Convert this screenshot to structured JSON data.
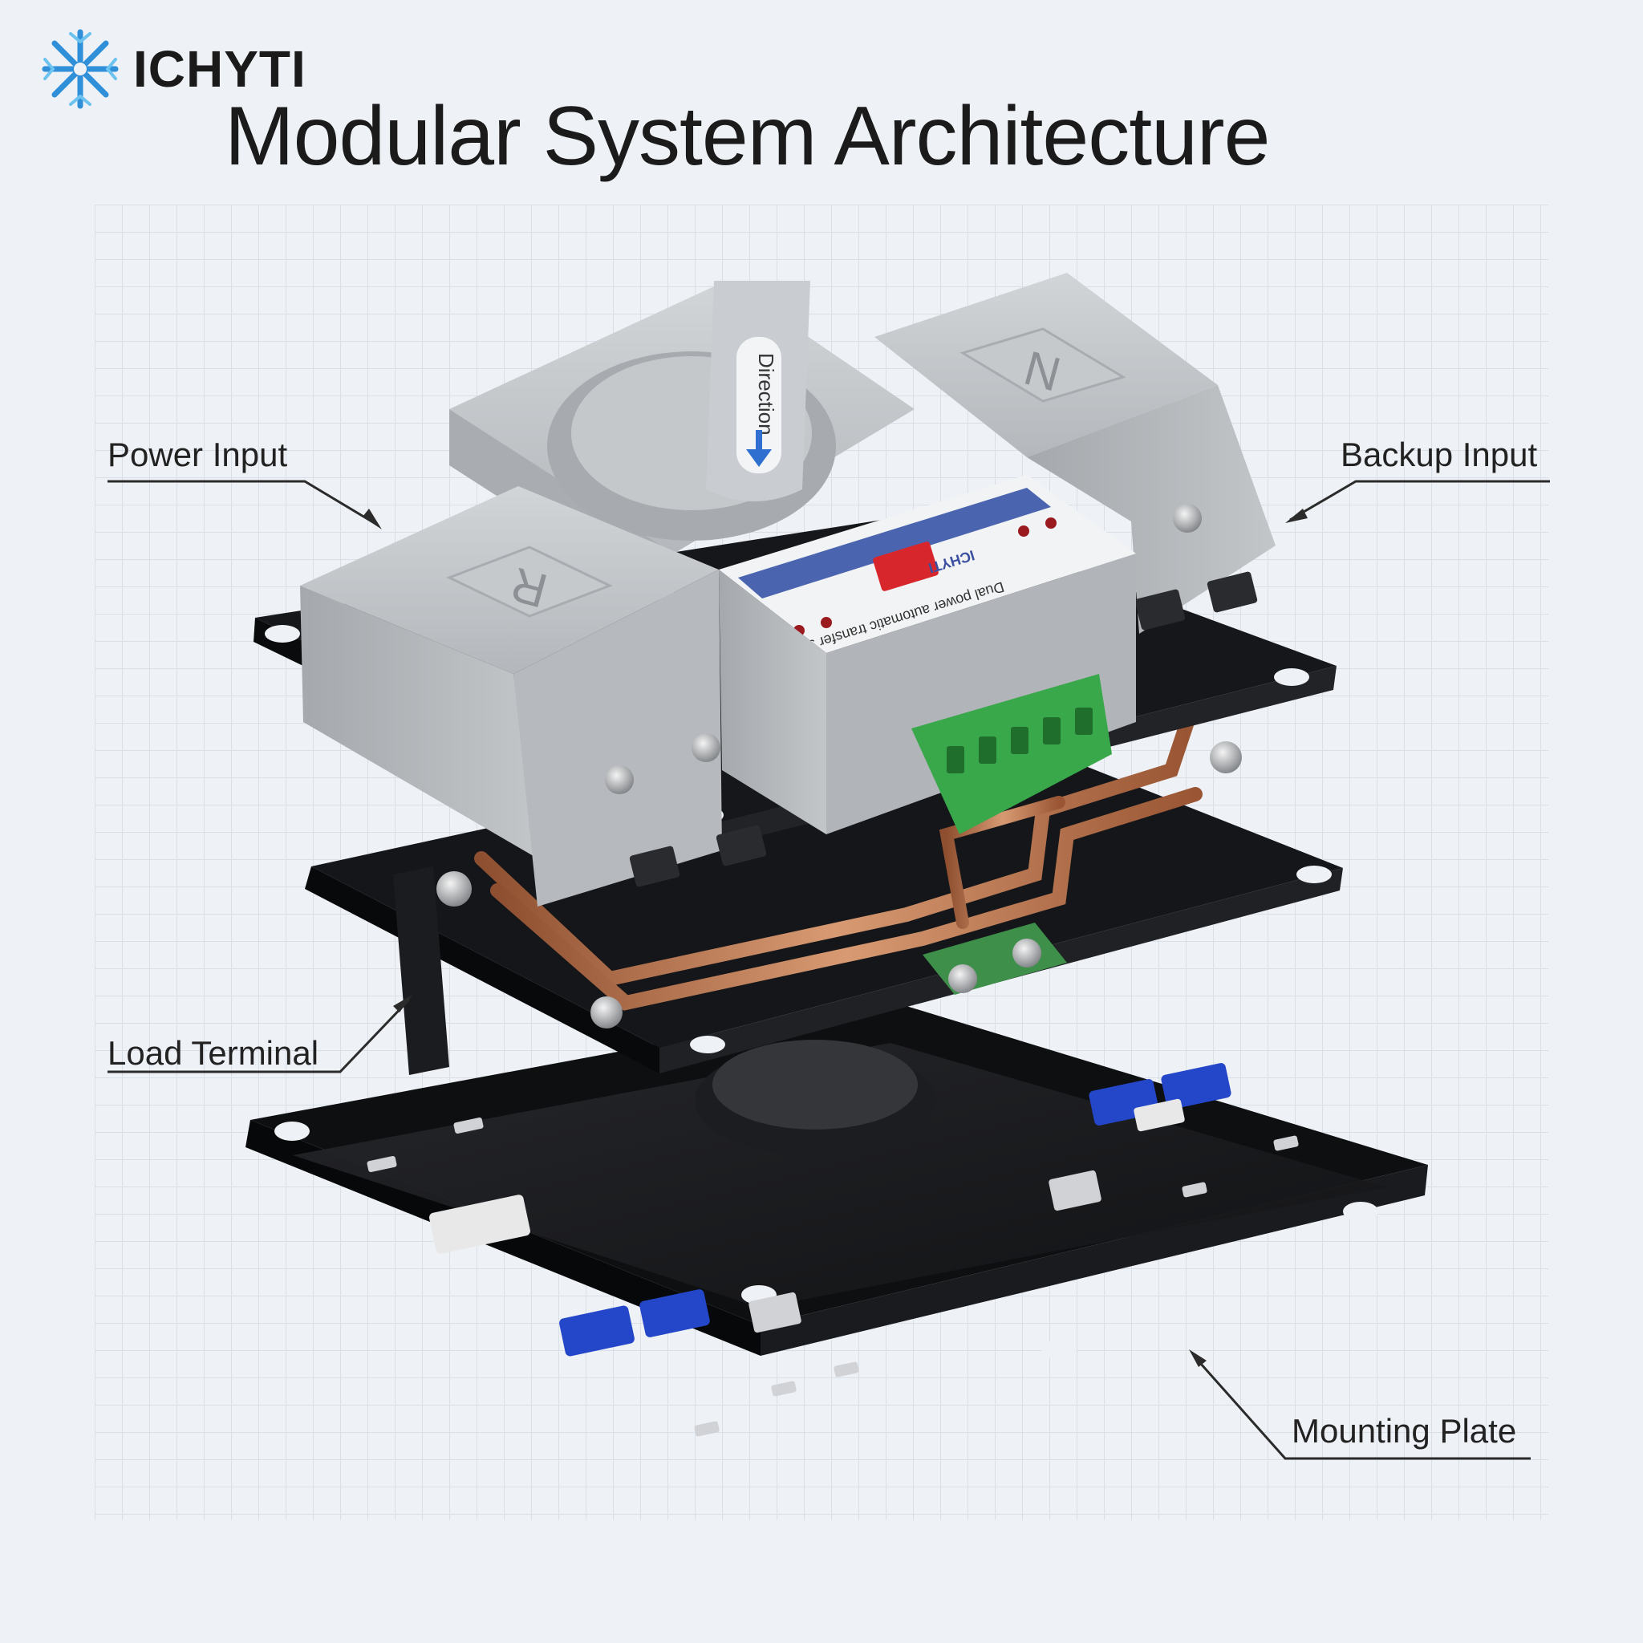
{
  "brand": {
    "name": "ICHYTI",
    "logo_icon": "snowflake-burst-icon",
    "logo_color": "#2f8fd8"
  },
  "title": "Modular System Architecture",
  "callouts": {
    "power_input": "Power Input",
    "backup_input": "Backup Input",
    "load_terminal": "Load Terminal",
    "mounting_plate": "Mounting Plate"
  },
  "device": {
    "handle_label": "Direction",
    "left_module_letter": "R",
    "right_module_letter": "N",
    "panel_brand": "ICHYTI",
    "panel_caption": "Dual power automatic transfer switch",
    "colors": {
      "housing": "#b9bcc0",
      "plate": "#1c1d20",
      "copper": "#b8734a",
      "terminal_block": "#39a84a",
      "panel_stripe": "#4a64b0",
      "rocker_switch": "#d8262d",
      "clip": "#2447c9"
    }
  }
}
